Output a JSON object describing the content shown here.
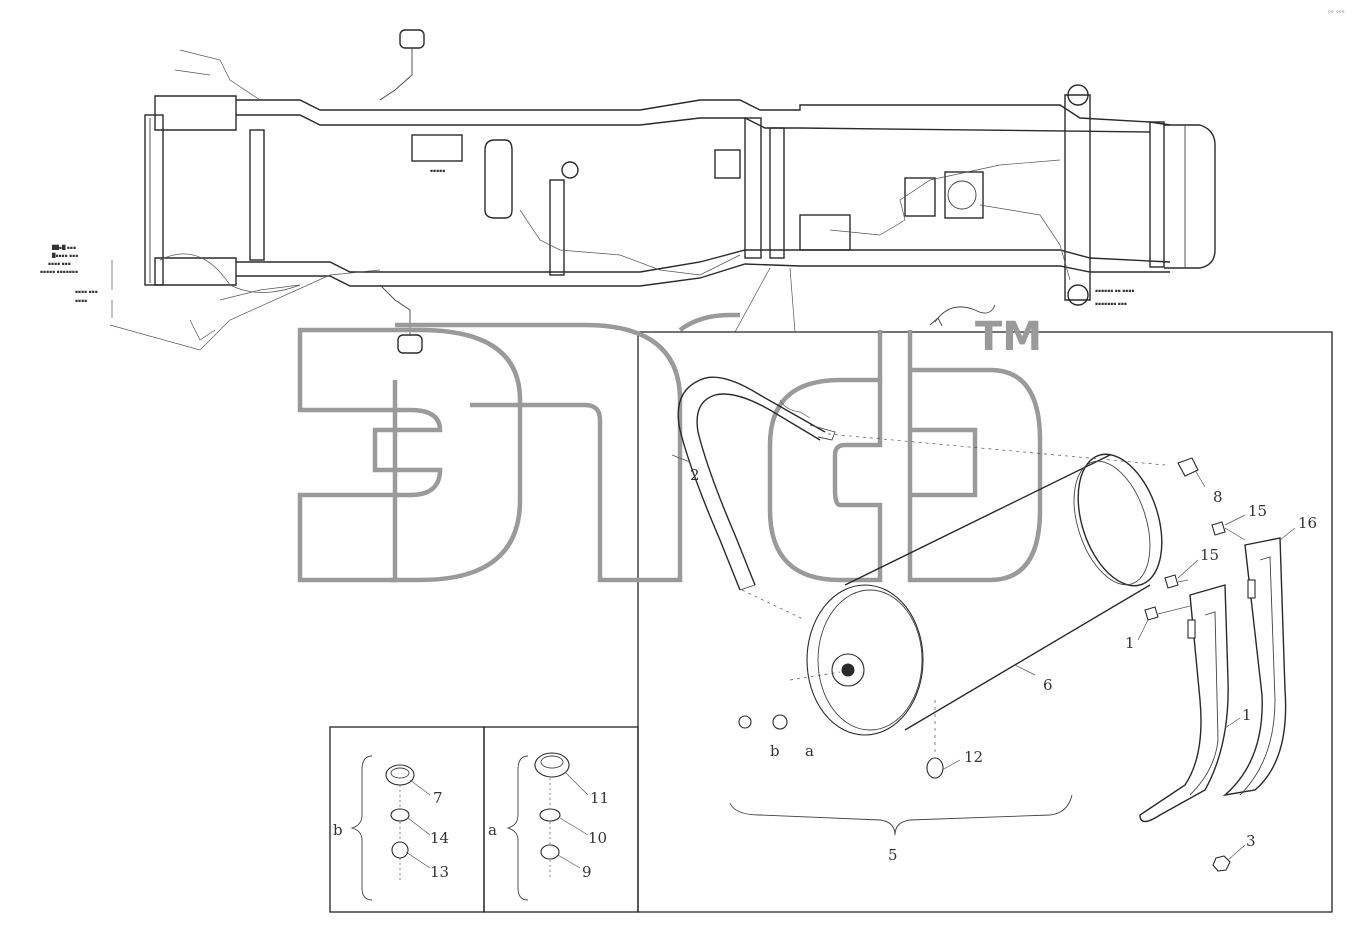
{
  "corner_mark": "ᵒᵒ ᵒᵒᵒ",
  "watermark": {
    "tm": "TM"
  },
  "chassis_labels": [
    "██▪█ ▪▪▪",
    "█▪▪▪▪ ▪▪▪",
    "▪▪▪▪ ▪▪▪",
    "▪▪▪▪▪ ▪▪▪▪▪▪▪",
    "▪▪▪▪ ▪▪▪",
    "▪▪▪▪",
    "▪▪▪▪▪",
    "▪▪▪▪▪▪ ▪▪ ▪▪▪▪",
    "▪▪▪▪▪▪▪ ▪▪▪"
  ],
  "callouts": {
    "n1a": "1",
    "n1b": "1",
    "n2": "2",
    "n3": "3",
    "n5": "5",
    "n6": "6",
    "n7": "7",
    "n8": "8",
    "n9": "9",
    "n10": "10",
    "n11": "11",
    "n12": "12",
    "n13": "13",
    "n14": "14",
    "n15a": "15",
    "n15b": "15",
    "n16": "16",
    "a_main": "a",
    "b_main": "b",
    "a_kit": "a",
    "b_kit": "b"
  }
}
